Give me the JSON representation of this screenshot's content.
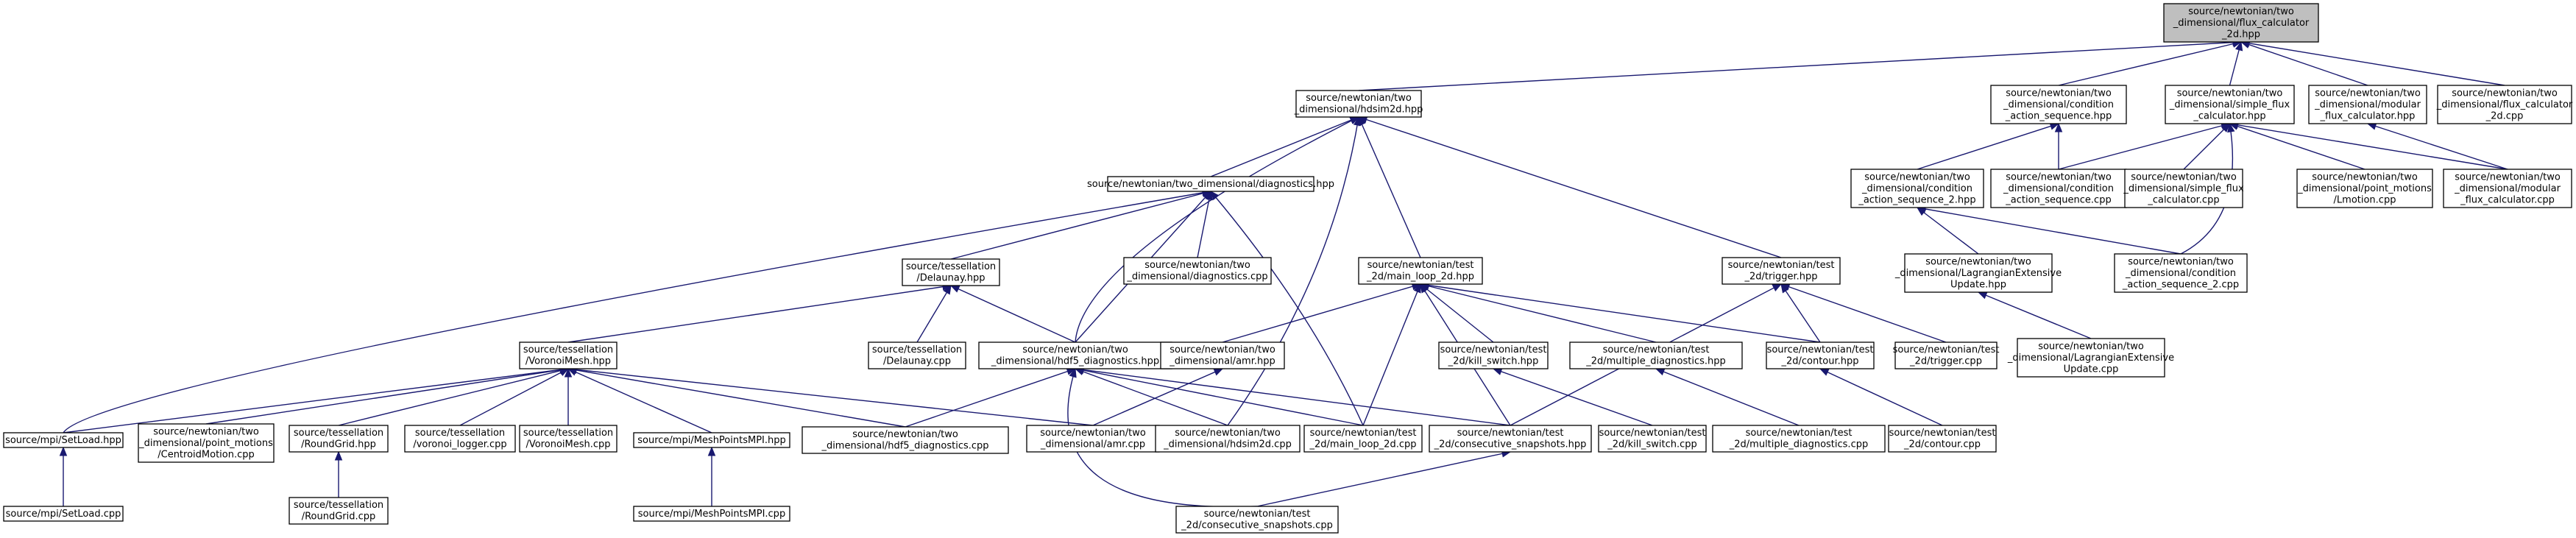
{
  "diagram": {
    "type": "include-dependency-graph",
    "colors": {
      "edge": "#191970",
      "root_fill": "#bfbfbf",
      "node_fill": "#ffffff",
      "node_border": "#000000"
    },
    "nodes": [
      {
        "id": "flux_calc",
        "lines": [
          "source/newtonian/two",
          "_dimensional/flux_calculator",
          "_2d.hpp"
        ],
        "root": true
      },
      {
        "id": "hdsim2d",
        "lines": [
          "source/newtonian/two",
          "_dimensional/hdsim2d.hpp"
        ]
      },
      {
        "id": "cond_seq_hpp",
        "lines": [
          "source/newtonian/two",
          "_dimensional/condition",
          "_action_sequence.hpp"
        ]
      },
      {
        "id": "simple_flux_hpp",
        "lines": [
          "source/newtonian/two",
          "_dimensional/simple_flux",
          "_calculator.hpp"
        ]
      },
      {
        "id": "modular_flux_hpp",
        "lines": [
          "source/newtonian/two",
          "_dimensional/modular",
          "_flux_calculator.hpp"
        ]
      },
      {
        "id": "flux_calc_cpp",
        "lines": [
          "source/newtonian/two",
          "_dimensional/flux_calculator",
          "_2d.cpp"
        ]
      },
      {
        "id": "diagnostics_hpp",
        "lines": [
          "source/newtonian/two_dimensional/diagnostics.hpp"
        ]
      },
      {
        "id": "cond_seq2_hpp",
        "lines": [
          "source/newtonian/two",
          "_dimensional/condition",
          "_action_sequence_2.hpp"
        ]
      },
      {
        "id": "cond_seq_cpp",
        "lines": [
          "source/newtonian/two",
          "_dimensional/condition",
          "_action_sequence.cpp"
        ]
      },
      {
        "id": "simple_flux_cpp",
        "lines": [
          "source/newtonian/two",
          "_dimensional/simple_flux",
          "_calculator.cpp"
        ]
      },
      {
        "id": "lmotion_cpp",
        "lines": [
          "source/newtonian/two",
          "_dimensional/point_motions",
          "/Lmotion.cpp"
        ]
      },
      {
        "id": "modular_flux_cpp",
        "lines": [
          "source/newtonian/two",
          "_dimensional/modular",
          "_flux_calculator.cpp"
        ]
      },
      {
        "id": "delaunay_hpp",
        "lines": [
          "source/tessellation",
          "/Delaunay.hpp"
        ]
      },
      {
        "id": "diagnostics_cpp",
        "lines": [
          "source/newtonian/two",
          "_dimensional/diagnostics.cpp"
        ]
      },
      {
        "id": "main_loop_hpp",
        "lines": [
          "source/newtonian/test",
          "_2d/main_loop_2d.hpp"
        ]
      },
      {
        "id": "trigger_hpp",
        "lines": [
          "source/newtonian/test",
          "_2d/trigger.hpp"
        ]
      },
      {
        "id": "lagr_hpp",
        "lines": [
          "source/newtonian/two",
          "_dimensional/LagrangianExtensive",
          "Update.hpp"
        ]
      },
      {
        "id": "cond_seq2_cpp",
        "lines": [
          "source/newtonian/two",
          "_dimensional/condition",
          "_action_sequence_2.cpp"
        ]
      },
      {
        "id": "voronoi_hpp",
        "lines": [
          "source/tessellation",
          "/VoronoiMesh.hpp"
        ]
      },
      {
        "id": "delaunay_cpp",
        "lines": [
          "source/tessellation",
          "/Delaunay.cpp"
        ]
      },
      {
        "id": "hdf5_hpp",
        "lines": [
          "source/newtonian/two",
          "_dimensional/hdf5_diagnostics.hpp"
        ]
      },
      {
        "id": "amr_hpp",
        "lines": [
          "source/newtonian/two",
          "_dimensional/amr.hpp"
        ]
      },
      {
        "id": "kill_switch_hpp",
        "lines": [
          "source/newtonian/test",
          "_2d/kill_switch.hpp"
        ]
      },
      {
        "id": "multi_diag_hpp",
        "lines": [
          "source/newtonian/test",
          "_2d/multiple_diagnostics.hpp"
        ]
      },
      {
        "id": "contour_hpp",
        "lines": [
          "source/newtonian/test",
          "_2d/contour.hpp"
        ]
      },
      {
        "id": "trigger_cpp",
        "lines": [
          "source/newtonian/test",
          "_2d/trigger.cpp"
        ]
      },
      {
        "id": "lagr_cpp",
        "lines": [
          "source/newtonian/two",
          "_dimensional/LagrangianExtensive",
          "Update.cpp"
        ]
      },
      {
        "id": "setload_hpp",
        "lines": [
          "source/mpi/SetLoad.hpp"
        ]
      },
      {
        "id": "centroid_cpp",
        "lines": [
          "source/newtonian/two",
          "_dimensional/point_motions",
          "/CentroidMotion.cpp"
        ]
      },
      {
        "id": "roundgrid_hpp",
        "lines": [
          "source/tessellation",
          "/RoundGrid.hpp"
        ]
      },
      {
        "id": "voronoi_logger_cpp",
        "lines": [
          "source/tessellation",
          "/voronoi_logger.cpp"
        ]
      },
      {
        "id": "voronoi_cpp",
        "lines": [
          "source/tessellation",
          "/VoronoiMesh.cpp"
        ]
      },
      {
        "id": "meshpoints_hpp",
        "lines": [
          "source/mpi/MeshPointsMPI.hpp"
        ]
      },
      {
        "id": "hdf5_cpp",
        "lines": [
          "source/newtonian/two",
          "_dimensional/hdf5_diagnostics.cpp"
        ]
      },
      {
        "id": "amr_cpp",
        "lines": [
          "source/newtonian/two",
          "_dimensional/amr.cpp"
        ]
      },
      {
        "id": "hdsim2d_cpp",
        "lines": [
          "source/newtonian/two",
          "_dimensional/hdsim2d.cpp"
        ]
      },
      {
        "id": "main_loop_cpp",
        "lines": [
          "source/newtonian/test",
          "_2d/main_loop_2d.cpp"
        ]
      },
      {
        "id": "consec_hpp",
        "lines": [
          "source/newtonian/test",
          "_2d/consecutive_snapshots.hpp"
        ]
      },
      {
        "id": "kill_switch_cpp",
        "lines": [
          "source/newtonian/test",
          "_2d/kill_switch.cpp"
        ]
      },
      {
        "id": "multi_diag_cpp",
        "lines": [
          "source/newtonian/test",
          "_2d/multiple_diagnostics.cpp"
        ]
      },
      {
        "id": "contour_cpp",
        "lines": [
          "source/newtonian/test",
          "_2d/contour.cpp"
        ]
      },
      {
        "id": "setload_cpp",
        "lines": [
          "source/mpi/SetLoad.cpp"
        ]
      },
      {
        "id": "roundgrid_cpp",
        "lines": [
          "source/tessellation",
          "/RoundGrid.cpp"
        ]
      },
      {
        "id": "meshpoints_cpp",
        "lines": [
          "source/mpi/MeshPointsMPI.cpp"
        ]
      },
      {
        "id": "consec_cpp",
        "lines": [
          "source/newtonian/test",
          "_2d/consecutive_snapshots.cpp"
        ]
      }
    ],
    "edges": [
      [
        "flux_calc",
        "hdsim2d"
      ],
      [
        "flux_calc",
        "cond_seq_hpp"
      ],
      [
        "flux_calc",
        "simple_flux_hpp"
      ],
      [
        "flux_calc",
        "modular_flux_hpp"
      ],
      [
        "flux_calc",
        "flux_calc_cpp"
      ],
      [
        "hdsim2d",
        "diagnostics_hpp"
      ],
      [
        "hdsim2d",
        "hdf5_hpp"
      ],
      [
        "hdsim2d",
        "main_loop_hpp"
      ],
      [
        "hdsim2d",
        "hdsim2d_cpp"
      ],
      [
        "hdsim2d",
        "trigger_hpp"
      ],
      [
        "cond_seq_hpp",
        "cond_seq2_hpp"
      ],
      [
        "cond_seq_hpp",
        "cond_seq_cpp"
      ],
      [
        "simple_flux_hpp",
        "cond_seq_cpp"
      ],
      [
        "simple_flux_hpp",
        "simple_flux_cpp"
      ],
      [
        "simple_flux_hpp",
        "lmotion_cpp"
      ],
      [
        "simple_flux_hpp",
        "modular_flux_cpp"
      ],
      [
        "simple_flux_hpp",
        "cond_seq2_cpp"
      ],
      [
        "modular_flux_hpp",
        "modular_flux_cpp"
      ],
      [
        "cond_seq2_hpp",
        "lagr_hpp"
      ],
      [
        "cond_seq2_hpp",
        "cond_seq2_cpp"
      ],
      [
        "lagr_hpp",
        "lagr_cpp"
      ],
      [
        "diagnostics_hpp",
        "delaunay_hpp"
      ],
      [
        "diagnostics_hpp",
        "diagnostics_cpp"
      ],
      [
        "diagnostics_hpp",
        "hdf5_hpp"
      ],
      [
        "diagnostics_hpp",
        "main_loop_cpp"
      ],
      [
        "diagnostics_hpp",
        "setload_hpp"
      ],
      [
        "delaunay_hpp",
        "voronoi_hpp"
      ],
      [
        "delaunay_hpp",
        "delaunay_cpp"
      ],
      [
        "delaunay_hpp",
        "hdf5_hpp"
      ],
      [
        "main_loop_hpp",
        "amr_hpp"
      ],
      [
        "main_loop_hpp",
        "kill_switch_hpp"
      ],
      [
        "main_loop_hpp",
        "multi_diag_hpp"
      ],
      [
        "main_loop_hpp",
        "contour_hpp"
      ],
      [
        "main_loop_hpp",
        "main_loop_cpp"
      ],
      [
        "main_loop_hpp",
        "consec_hpp"
      ],
      [
        "trigger_hpp",
        "contour_hpp"
      ],
      [
        "trigger_hpp",
        "trigger_cpp"
      ],
      [
        "trigger_hpp",
        "consec_hpp"
      ],
      [
        "voronoi_hpp",
        "setload_hpp"
      ],
      [
        "voronoi_hpp",
        "centroid_cpp"
      ],
      [
        "voronoi_hpp",
        "roundgrid_hpp"
      ],
      [
        "voronoi_hpp",
        "voronoi_logger_cpp"
      ],
      [
        "voronoi_hpp",
        "voronoi_cpp"
      ],
      [
        "voronoi_hpp",
        "meshpoints_hpp"
      ],
      [
        "voronoi_hpp",
        "hdf5_cpp"
      ],
      [
        "voronoi_hpp",
        "amr_cpp"
      ],
      [
        "hdf5_hpp",
        "hdf5_cpp"
      ],
      [
        "hdf5_hpp",
        "hdsim2d_cpp"
      ],
      [
        "hdf5_hpp",
        "main_loop_cpp"
      ],
      [
        "hdf5_hpp",
        "consec_hpp"
      ],
      [
        "hdf5_hpp",
        "consec_cpp"
      ],
      [
        "amr_hpp",
        "amr_cpp"
      ],
      [
        "kill_switch_hpp",
        "kill_switch_cpp"
      ],
      [
        "multi_diag_hpp",
        "multi_diag_cpp"
      ],
      [
        "contour_hpp",
        "contour_cpp"
      ],
      [
        "setload_hpp",
        "setload_cpp"
      ],
      [
        "roundgrid_hpp",
        "roundgrid_cpp"
      ],
      [
        "meshpoints_hpp",
        "meshpoints_cpp"
      ],
      [
        "consec_hpp",
        "consec_cpp"
      ]
    ]
  }
}
